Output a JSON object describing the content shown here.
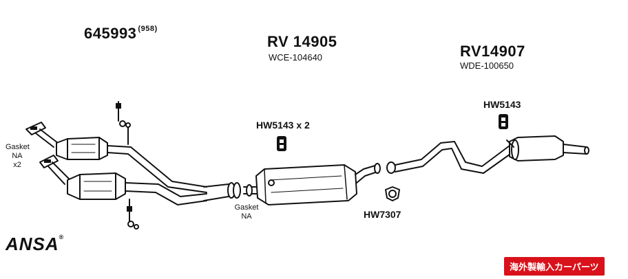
{
  "parts": {
    "front": {
      "number": "645993",
      "suffix": "(958)"
    },
    "middle": {
      "number": "RV 14905",
      "cross_ref": "WCE-104640"
    },
    "rear": {
      "number": "RV14907",
      "cross_ref": "WDE-100650"
    }
  },
  "callouts": {
    "hanger_mid": "HW5143 x 2",
    "hanger_rear": "HW5143",
    "gasket_ring": "HW7307"
  },
  "labels": {
    "gasket_left": {
      "line1": "Gasket",
      "line2": "NA",
      "line3": "x2"
    },
    "gasket_center": {
      "line1": "Gasket",
      "line2": "NA"
    }
  },
  "brand": {
    "name": "ANSA",
    "trademark": "®"
  },
  "badge": {
    "text": "海外製輸入カーパーツ",
    "color": "#d9111b"
  }
}
